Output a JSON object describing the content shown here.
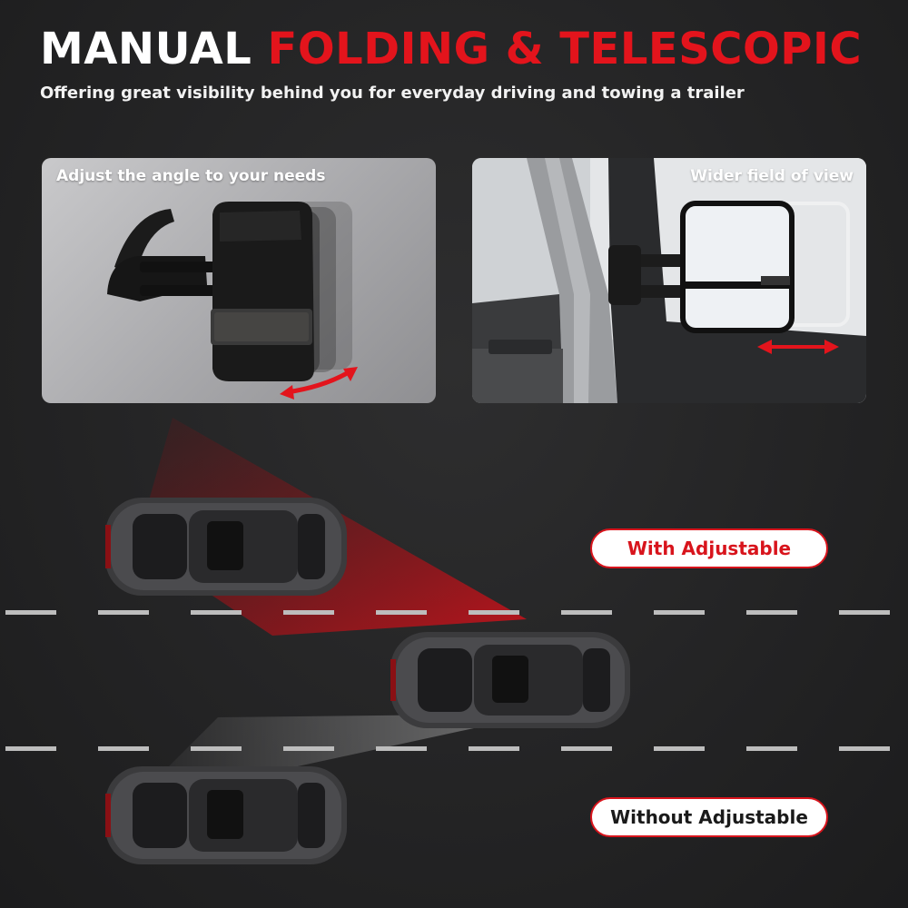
{
  "header": {
    "title_white": "MANUAL",
    "title_red": "FOLDING & TELESCOPIC",
    "subtitle": "Offering great visibility behind you for everyday driving and towing a trailer"
  },
  "panels": [
    {
      "caption": "Adjust the angle to your needs",
      "icon": "curved-double-arrow-icon"
    },
    {
      "caption": "Wider field of view",
      "icon": "horizontal-double-arrow-icon"
    }
  ],
  "labels": {
    "with": "With Adjustable",
    "without": "Without Adjustable"
  },
  "colors": {
    "accent_red": "#e3141c",
    "background": "#262627",
    "lane_marking": "#bdbdbd"
  }
}
